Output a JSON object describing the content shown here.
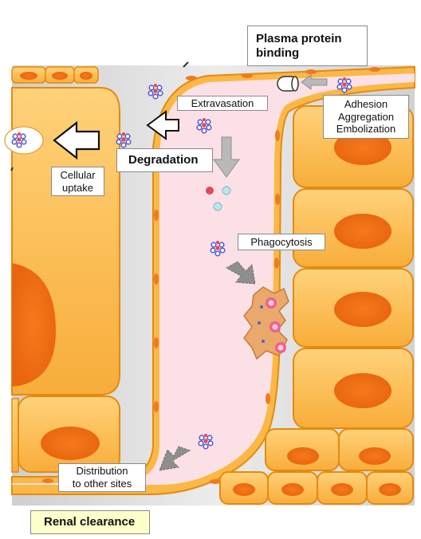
{
  "labels": {
    "plasma_protein_binding": "Plasma protein\nbinding",
    "extravasation": "Extravasation",
    "adhesion": "Adhesion\nAggregation\nEmbolization",
    "degradation": "Degradation",
    "cellular_uptake": "Cellular\nuptake",
    "phagocytosis": "Phagocytosis",
    "distribution": "Distribution\nto other sites",
    "renal_clearance": "Renal clearance"
  },
  "colors": {
    "cell_fill": "#fbb845",
    "cell_border": "#e58a10",
    "nucleus": "#f07a1e",
    "vessel_lumen": "#fbe1e6",
    "interstitium": "#d9d9d9",
    "arrow_white": "#ffffff",
    "arrow_gray": "#9a9a9a",
    "renal_label_bg": "#ffffcc"
  }
}
